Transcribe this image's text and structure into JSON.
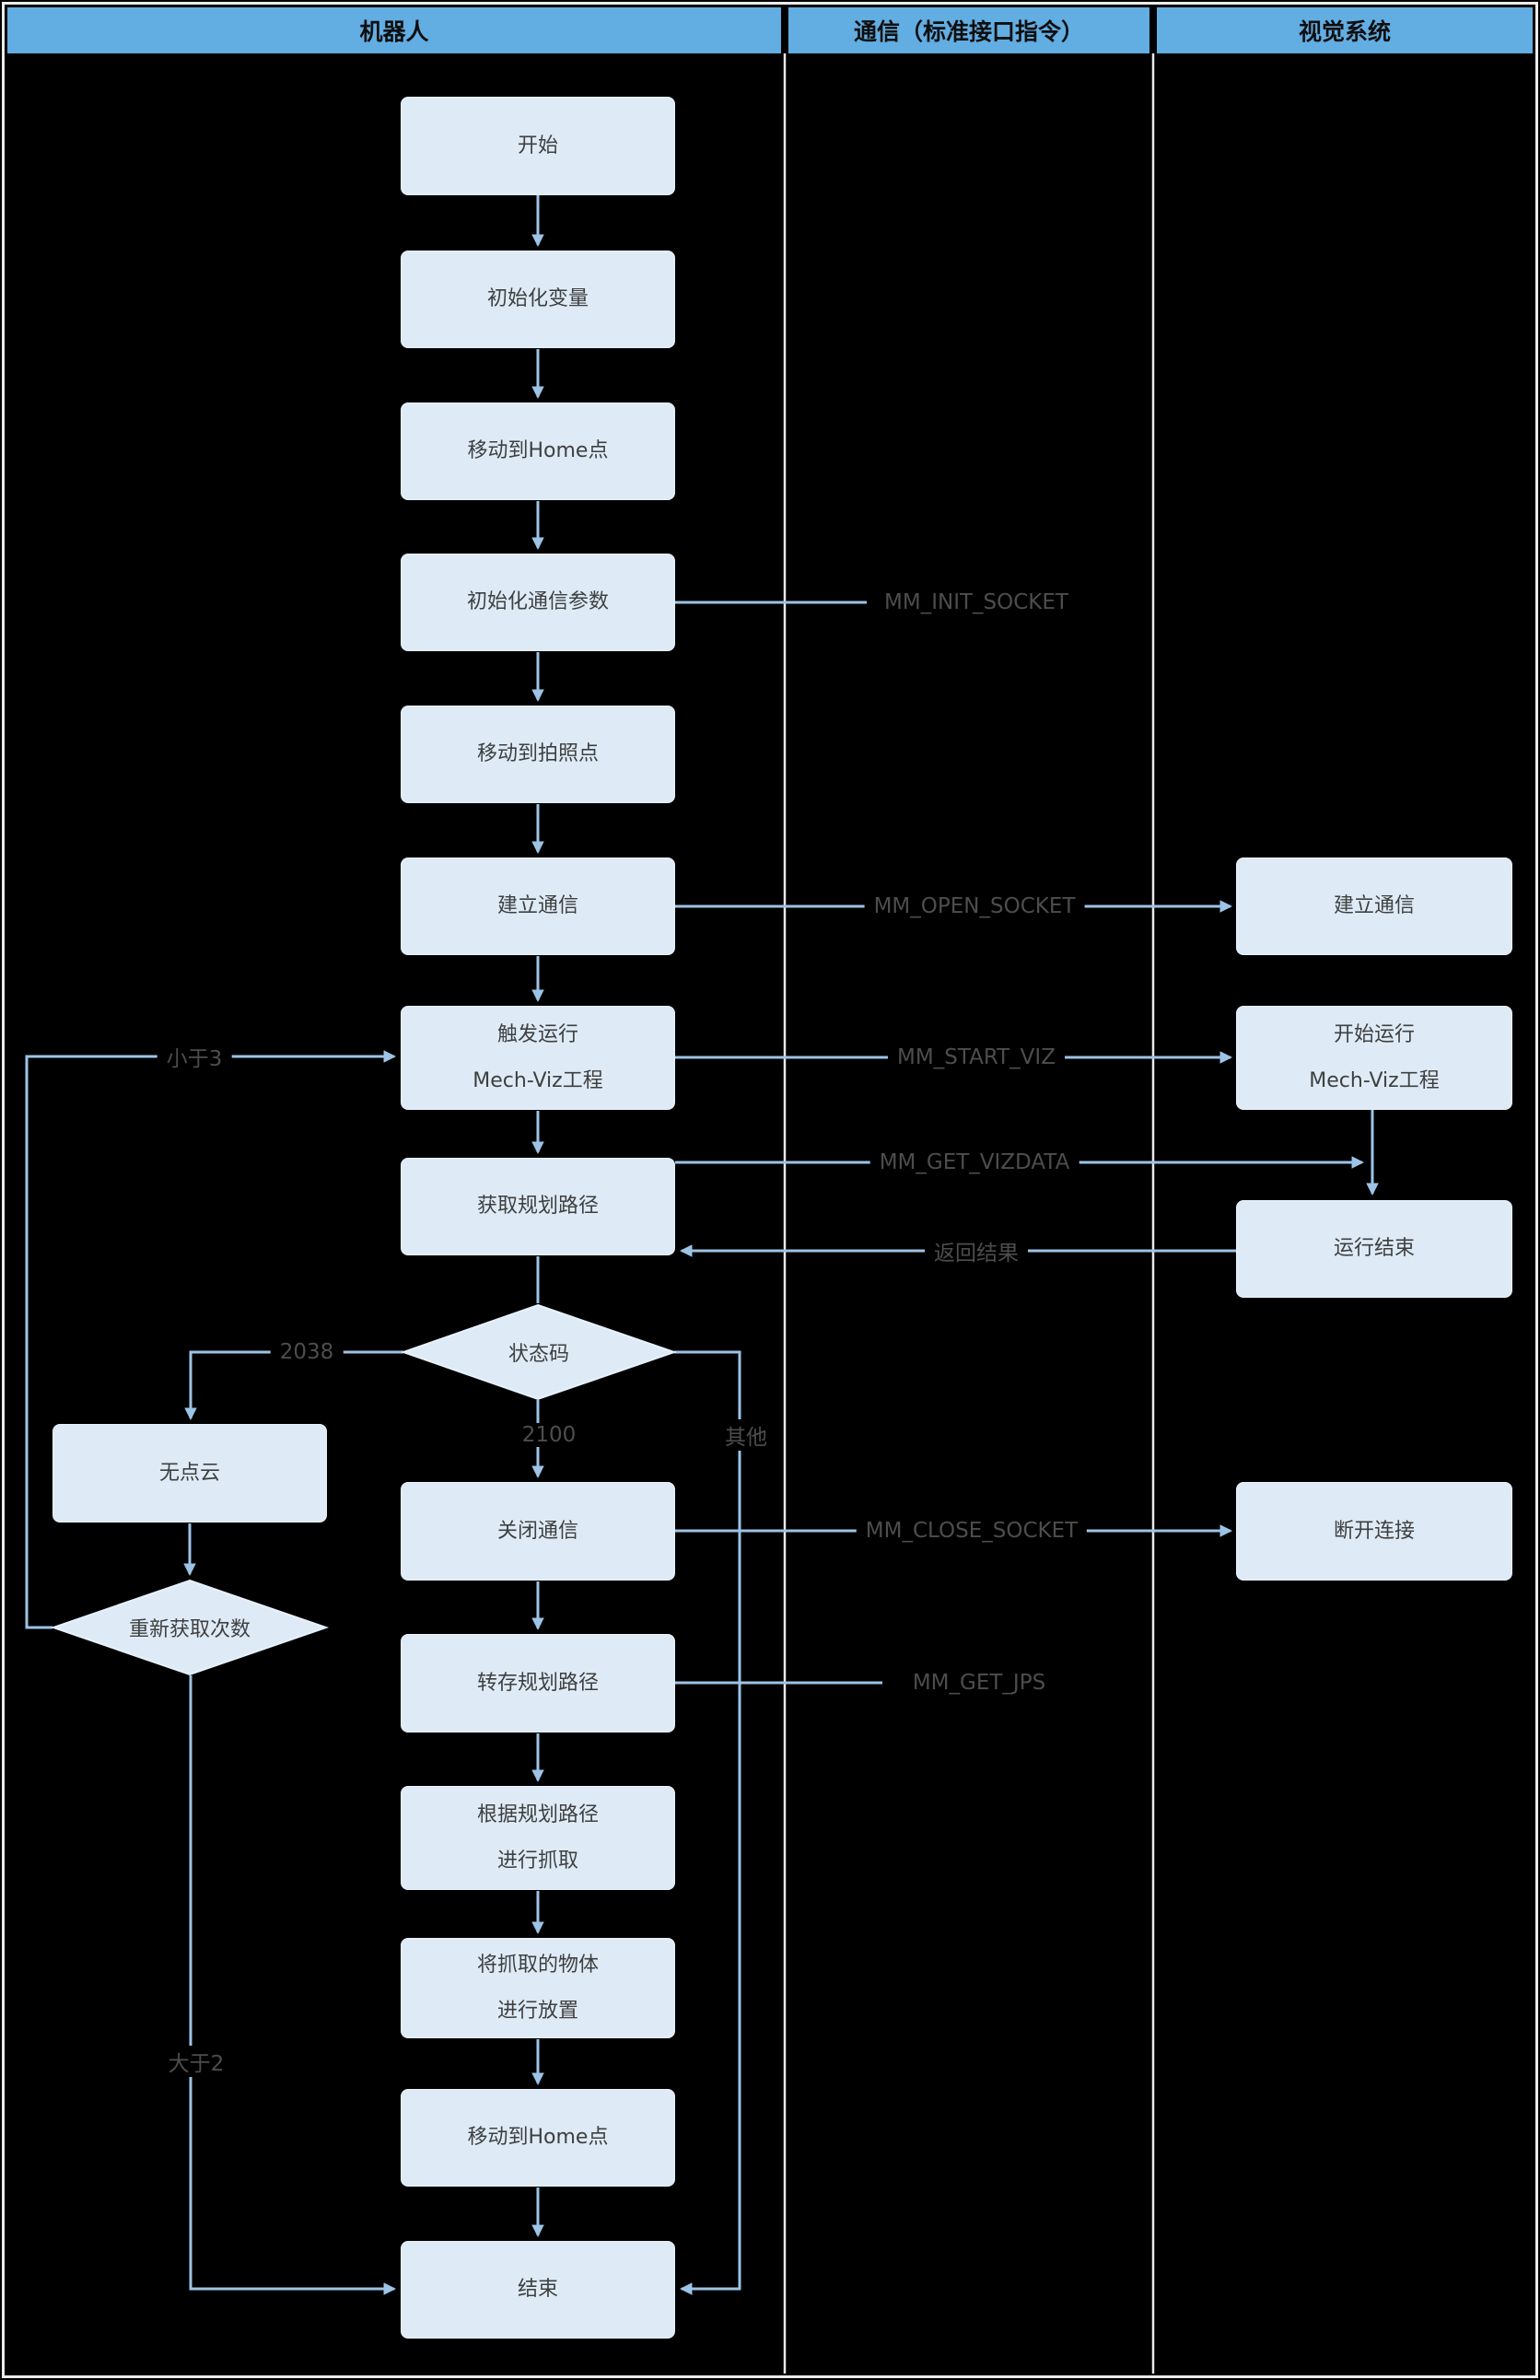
{
  "header": {
    "lanes": [
      {
        "label": "机器人"
      },
      {
        "label": "通信（标准接口指令）"
      },
      {
        "label": "视觉系统"
      }
    ]
  },
  "nodes": {
    "start": "开始",
    "init_vars": "初始化变量",
    "move_home_1": "移动到Home点",
    "init_comm_params": "初始化通信参数",
    "move_capture_point": "移动到拍照点",
    "establish_comm": "建立通信",
    "trigger_viz": "触发运行\nMech-Viz工程",
    "get_planned_path": "获取规划路径",
    "status_code": "状态码",
    "no_point_cloud": "无点云",
    "retry_count": "重新获取次数",
    "close_comm": "关闭通信",
    "save_path": "转存规划路径",
    "pick_by_path": "根据规划路径\n进行抓取",
    "place_object": "将抓取的物体\n进行放置",
    "move_home_2": "移动到Home点",
    "end": "结束",
    "vision_establish_comm": "建立通信",
    "vision_start_viz": "开始运行\nMech-Viz工程",
    "vision_run_finished": "运行结束",
    "vision_disconnect": "断开连接"
  },
  "edge_labels": {
    "mm_init_socket": "MM_INIT_SOCKET",
    "mm_open_socket": "MM_OPEN_SOCKET",
    "mm_start_viz": "MM_START_VIZ",
    "mm_get_vizdata": "MM_GET_VIZDATA",
    "return_result": "返回结果",
    "mm_close_socket": "MM_CLOSE_SOCKET",
    "mm_get_jps": "MM_GET_JPS",
    "less_than_3": "小于3",
    "code_2038": "2038",
    "code_2100": "2100",
    "other": "其他",
    "greater_than_2": "大于2"
  },
  "colors": {
    "background": "#000000",
    "frame": "#EBEBEB",
    "header_fill": "#62ADE2",
    "header_text": "#0F0F0F",
    "node_fill": "#DEEBF7",
    "node_border": "#E8F1FA",
    "node_text": "#3F3F3F",
    "connector": "#9DC3E6",
    "edge_label_text": "#4D4D4D",
    "lane_divider": "#E9E9E9"
  }
}
